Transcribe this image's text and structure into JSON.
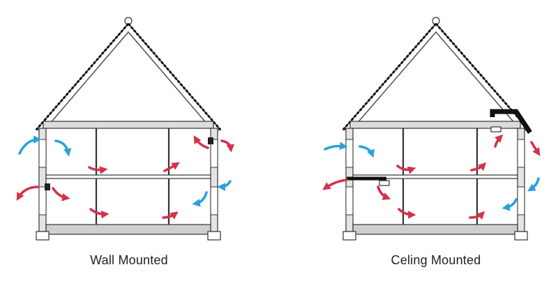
{
  "diagrams": [
    {
      "id": "left",
      "caption": "Wall Mounted"
    },
    {
      "id": "right",
      "caption": "Celing Mounted"
    }
  ],
  "colors": {
    "warm_air": "#d2334a",
    "cool_air": "#2aa2d8",
    "structure": "#333333",
    "wall_fill": "#e4e4e4",
    "slab_fill": "#cfcfcf"
  },
  "icons": [
    "house-section",
    "airflow-arrow",
    "ventilation-unit",
    "duct"
  ]
}
